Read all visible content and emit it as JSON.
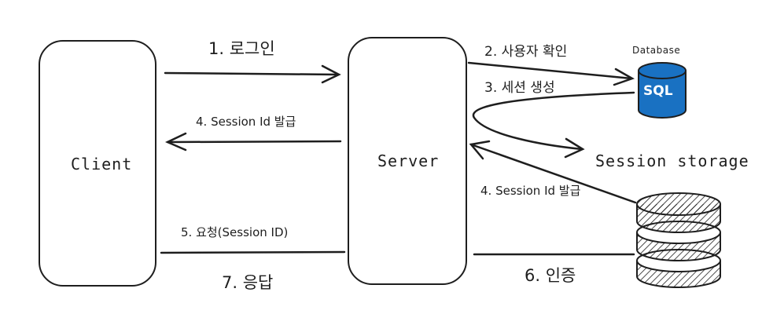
{
  "nodes": {
    "client": "Client",
    "server": "Server",
    "database_title": "Database",
    "database_badge": "SQL",
    "session_storage": "Session storage"
  },
  "edges": {
    "login": "1. 로그인",
    "user_check": "2. 사용자 확인",
    "create_session": "3. 세션 생성",
    "issue_id_server": "4. Session Id 발급",
    "issue_id_storage": "4. Session Id 발급",
    "request": "5. 요청(Session ID)",
    "auth": "6. 인증",
    "response": "7. 응답"
  },
  "colors": {
    "stroke": "#1e1e1e",
    "db_blue": "#1971c2",
    "db_blue_dark": "#0b4f8a"
  }
}
